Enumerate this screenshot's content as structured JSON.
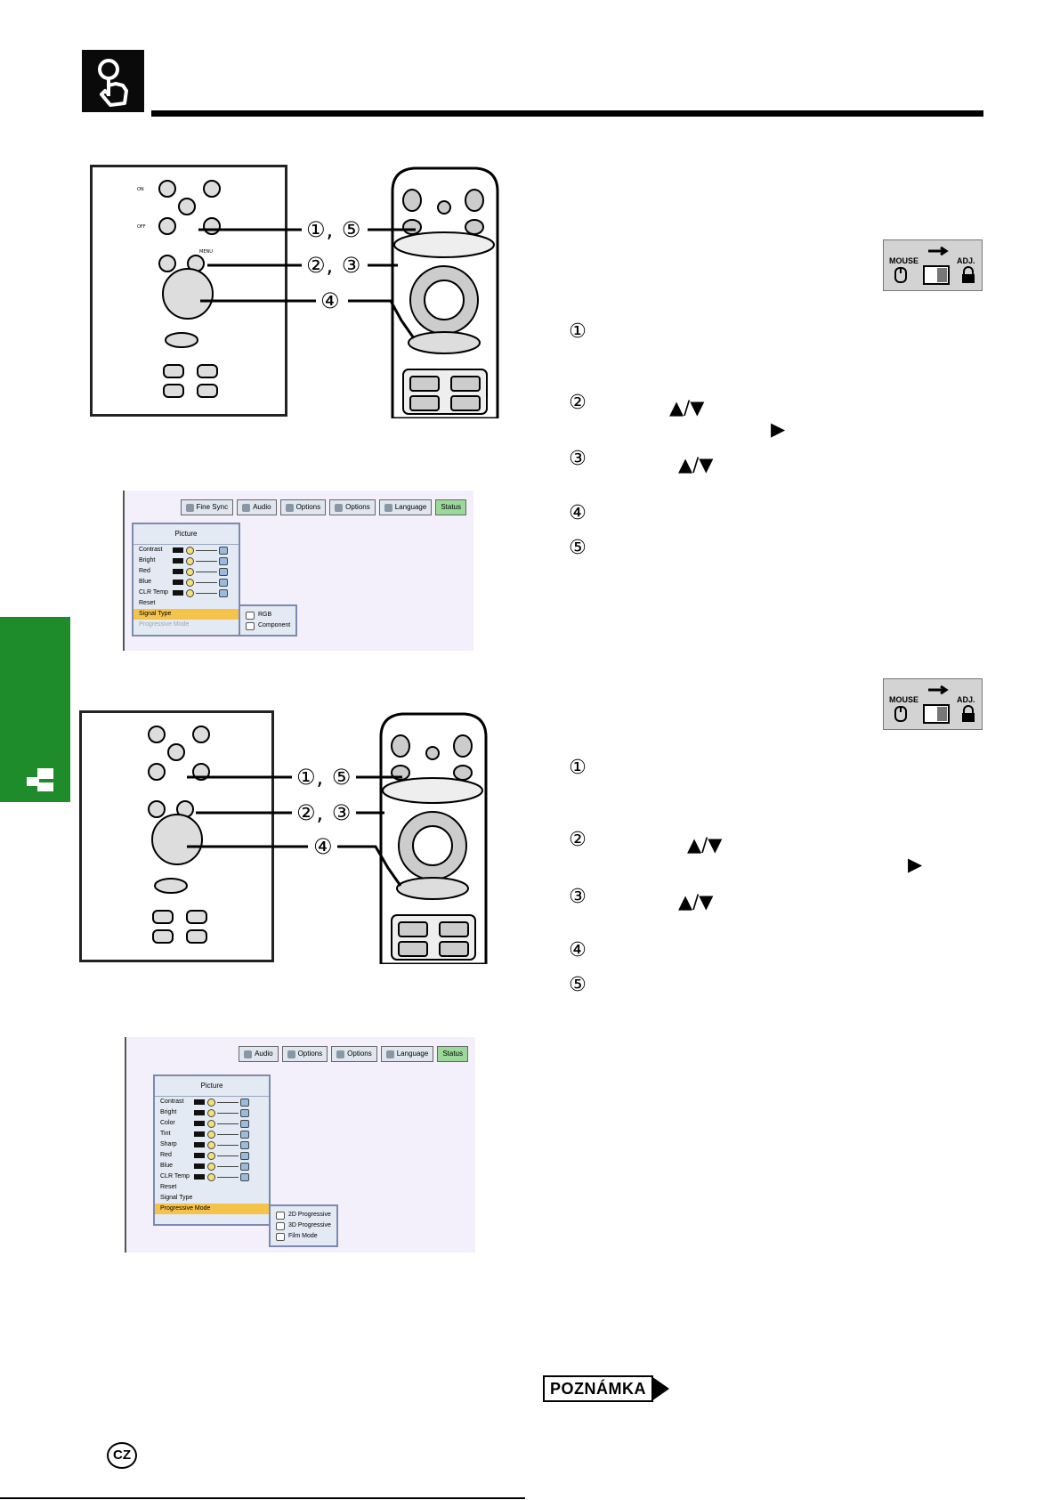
{
  "callouts": {
    "upper": [
      "①, ⑤",
      "②, ③",
      "④"
    ],
    "lower": [
      "①, ⑤",
      "②, ③",
      "④"
    ]
  },
  "mode_switch": {
    "left_label": "MOUSE",
    "right_label": "ADJ."
  },
  "steps": {
    "upper": [
      {
        "num": "①",
        "symbol": ""
      },
      {
        "num": "②",
        "symbol": "▲/▼",
        "symbol2": "▶"
      },
      {
        "num": "③",
        "symbol": "▲/▼"
      },
      {
        "num": "④",
        "symbol": ""
      },
      {
        "num": "⑤",
        "symbol": ""
      }
    ],
    "lower": [
      {
        "num": "①",
        "symbol": ""
      },
      {
        "num": "②",
        "symbol": "▲/▼",
        "symbol2": "▶"
      },
      {
        "num": "③",
        "symbol": "▲/▼"
      },
      {
        "num": "④",
        "symbol": ""
      },
      {
        "num": "⑤",
        "symbol": ""
      }
    ]
  },
  "osd_upper": {
    "tabs": [
      "Fine Sync",
      "Audio",
      "Options",
      "Options",
      "Language",
      "Status"
    ],
    "menu_title": "Picture",
    "rows": [
      "Contrast",
      "Bright",
      "Red",
      "Blue",
      "CLR Temp"
    ],
    "reset": "Reset",
    "signal_type": "Signal Type",
    "progressive_mode": "Progressive Mode",
    "submenu": [
      "RGB",
      "Component"
    ]
  },
  "osd_lower": {
    "tabs": [
      "Audio",
      "Options",
      "Options",
      "Language",
      "Status"
    ],
    "menu_title": "Picture",
    "rows": [
      "Contrast",
      "Bright",
      "Color",
      "Tint",
      "Sharp",
      "Red",
      "Blue",
      "CLR Temp"
    ],
    "reset": "Reset",
    "signal_type": "Signal Type",
    "progressive_mode": "Progressive Mode",
    "submenu": [
      "2D Progressive",
      "3D Progressive",
      "Film Mode"
    ]
  },
  "note_label": "POZNÁMKA",
  "lang_badge": "CZ",
  "colors": {
    "side_tab": "#1e8c2a",
    "highlight": "#f6c34a",
    "status_tab": "#9bd99b"
  }
}
